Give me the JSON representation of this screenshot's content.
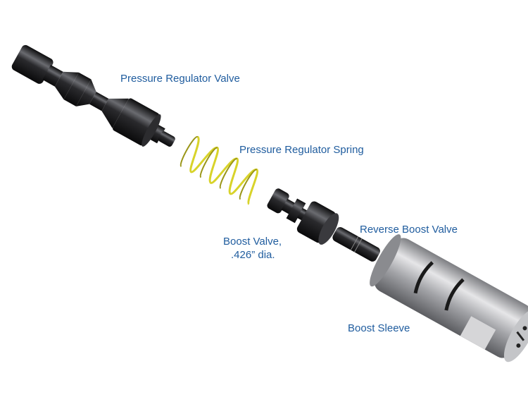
{
  "labels": {
    "pressure_regulator_valve": "Pressure Regulator Valve",
    "pressure_regulator_spring": "Pressure Regulator Spring",
    "boost_valve_line1": "Boost Valve,",
    "boost_valve_line2": ".426” dia.",
    "reverse_boost_valve": "Reverse Boost Valve",
    "boost_sleeve": "Boost Sleeve"
  },
  "colors": {
    "label_text": "#1f5c9e",
    "spring": "#d8d32a",
    "valve_dark": "#1c1c1e",
    "sleeve_metal": "#a8a8ab"
  }
}
